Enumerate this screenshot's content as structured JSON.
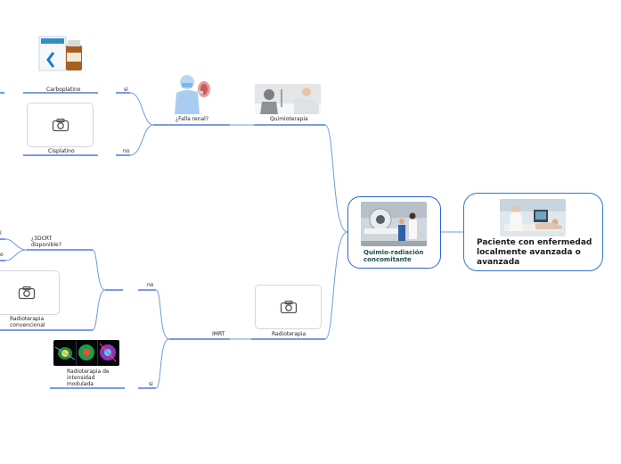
{
  "root": {
    "label": "Paciente con enfermedad localmente avanzada o avanzada",
    "image_icon": "doctor-patient-ultrasound-photo"
  },
  "main": {
    "label": "Quimio-radiación concomitante",
    "image_icon": "radiotherapy-room-photo"
  },
  "branches": {
    "quimioterapia": {
      "label": "Quimioterapia",
      "image_icon": "chemotherapy-photo",
      "question": {
        "label": "¿Falla renal?",
        "image_icon": "surgeon-illustration"
      },
      "si": {
        "edge": "si",
        "label": "Carboplatino",
        "image_icon": "carboplatin-vial-photo"
      },
      "no": {
        "edge": "no",
        "label": "Cisplatino",
        "image_icon": "camera-icon"
      }
    },
    "radioterapia": {
      "label": "Radioterapia",
      "image_icon": "camera-icon",
      "question": {
        "label": "IMRT"
      },
      "no": {
        "edge": "no",
        "question": {
          "label": "¿3DCRT disponible?"
        },
        "fragments": [
          "í",
          "o"
        ],
        "conventional": {
          "label": "Radioterapia convencional",
          "image_icon": "camera-icon"
        }
      },
      "si": {
        "edge": "si",
        "label": "Radioterapia de intensidad modulada",
        "image_icon": "imrt-dose-map-image"
      }
    }
  },
  "colors": {
    "line": "#2a62d8",
    "curve": "#6f9be4",
    "root_border": "#2f79c8",
    "main_text": "#1d4f4f"
  }
}
